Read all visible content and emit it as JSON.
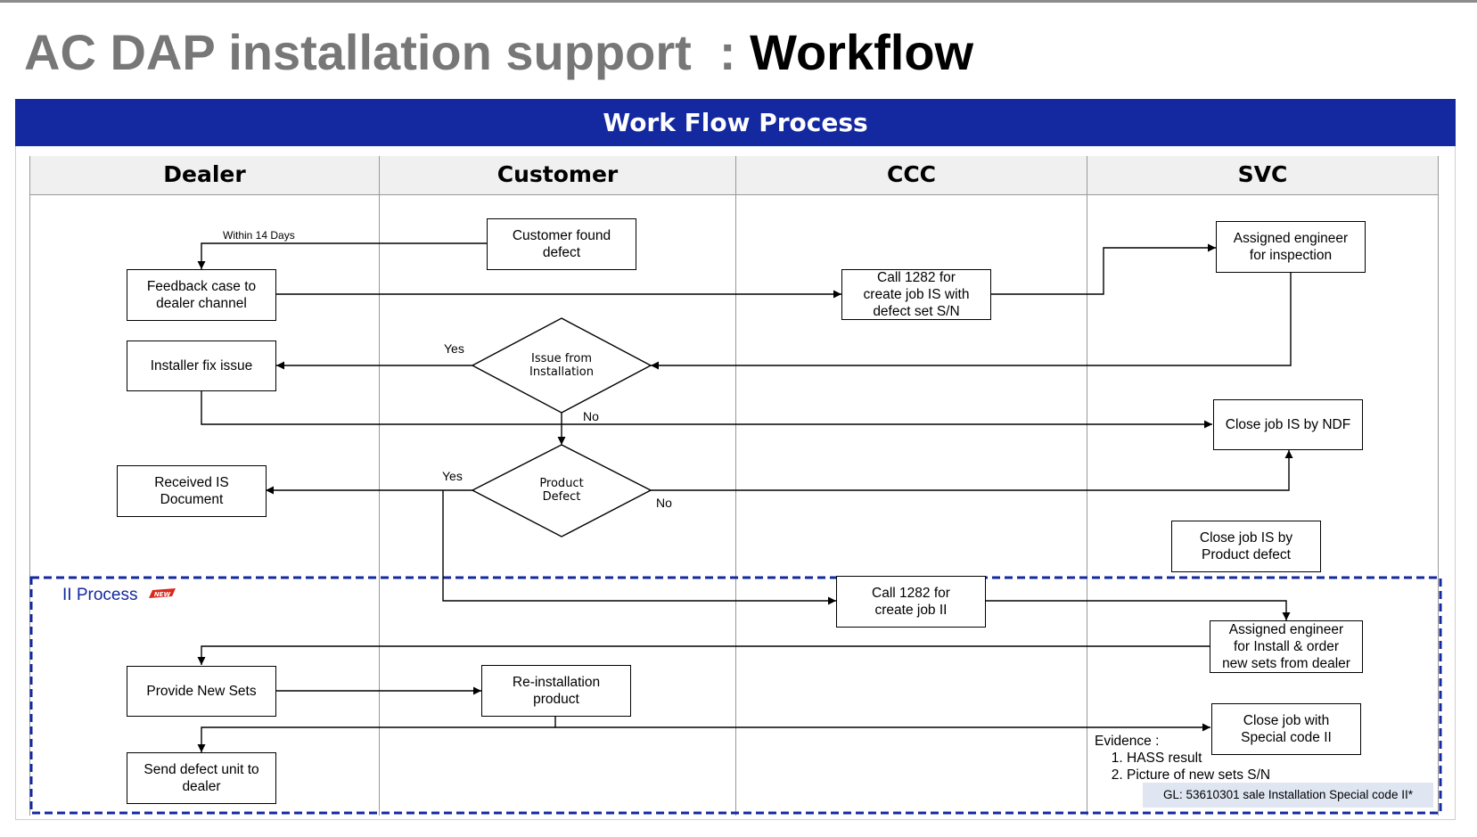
{
  "title": {
    "part1": "AC DAP installation support",
    "separator": ":",
    "part2": "Workflow"
  },
  "banner": "Work Flow Process",
  "lanes": [
    "Dealer",
    "Customer",
    "CCC",
    "SVC"
  ],
  "nodes": {
    "customer_found_defect": "Customer found\ndefect",
    "feedback_case": "Feedback case to\ndealer channel",
    "installer_fix": "Installer fix issue",
    "received_is_document": "Received IS\nDocument",
    "call_1282_is": "Call 1282 for\ncreate job IS with\ndefect set S/N",
    "assigned_inspection": "Assigned engineer\nfor inspection",
    "close_ndf": "Close job IS by NDF",
    "close_product_defect": "Close job IS by\nProduct defect",
    "call_1282_ii": "Call 1282 for\ncreate job II",
    "assigned_install_order": "Assigned engineer\nfor Install & order\nnew sets from dealer",
    "provide_new_sets": "Provide New Sets",
    "reinstallation": "Re-installation\nproduct",
    "send_defect_unit": "Send defect unit to\ndealer",
    "close_special_code": "Close job with\nSpecial code II"
  },
  "decisions": {
    "issue_from_installation": "Issue from\nInstallation",
    "product_defect": "Product\nDefect"
  },
  "labels": {
    "within_14_days": "Within 14 Days",
    "yes_1": "Yes",
    "no_1": "No",
    "yes_2": "Yes",
    "no_2": "No"
  },
  "ii_process": {
    "label": "II Process",
    "badge": "NEW"
  },
  "evidence": {
    "heading": "Evidence :",
    "items": [
      "HASS result",
      "Picture of new sets S/N"
    ]
  },
  "gl_note": "GL: 53610301 sale Installation Special code II*",
  "colors": {
    "banner": "#1428a0",
    "ii_process": "#1428a0",
    "gl_note_bg": "#dfe6f2",
    "badge": "#d9281c"
  }
}
